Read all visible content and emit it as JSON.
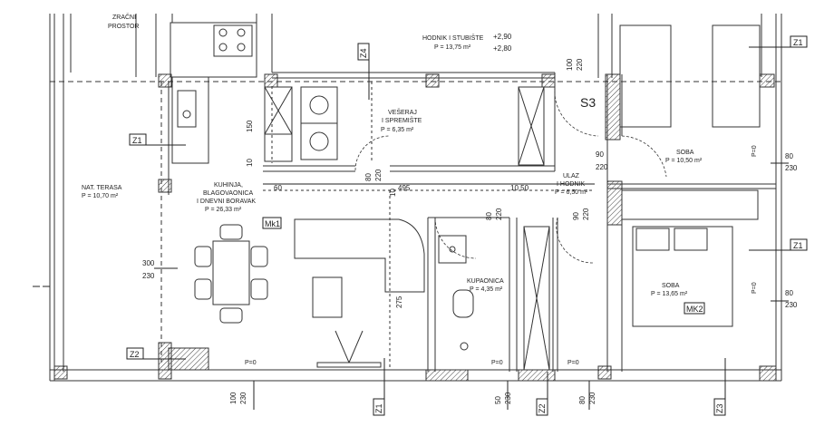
{
  "rooms": {
    "zracni": {
      "name1": "ZRAČNI",
      "name2": "PROSTOR"
    },
    "hodnik_stubiste": {
      "name": "HODNIK I STUBIŠTE",
      "area": "P = 13,75 m²",
      "level_up": "+2,90",
      "level_down": "+2,80"
    },
    "vesaraj": {
      "name1": "VEŠERAJ",
      "name2": "I SPREMIŠTE",
      "area": "P = 6,35 m²"
    },
    "terasa": {
      "name": "NAT. TERASA",
      "area": "P = 10,70 m²"
    },
    "kuhinja": {
      "name1": "KUHINJA,",
      "name2": "BLAGOVAONICA",
      "name3": "I DNEVNI BORAVAK",
      "area": "P = 26,33 m²"
    },
    "ulaz": {
      "name1": "ULAZ",
      "name2": "I HODNIK",
      "area": "P = 6,50 m²"
    },
    "soba1": {
      "name": "SOBA",
      "area": "P = 10,50 m²"
    },
    "soba2": {
      "name": "SOBA",
      "area": "P = 13,65 m²"
    },
    "kupaonica": {
      "name": "KUPAONICA",
      "area": "P = 4,35 m²"
    }
  },
  "tags": {
    "z1_top": "Z1",
    "z4": "Z4",
    "z1_kitchen": "Z1",
    "z1_right": "Z1",
    "z2_left": "Z2",
    "z1_bottom": "Z1",
    "z2_bottom": "Z2",
    "z3_bottom": "Z3",
    "mk1": "Mk1",
    "mk2": "MK2",
    "s3": "S3"
  },
  "dims": {
    "d100_220_top": [
      "100",
      "220"
    ],
    "d150": "150",
    "d10": "10",
    "d80_220_a": [
      "80",
      "220"
    ],
    "d90_220": [
      "90",
      "220"
    ],
    "d80_220_b": [
      "80",
      "220"
    ],
    "d90_220_b": [
      "90",
      "220"
    ],
    "d60": "60",
    "d10_b": "10",
    "d495": "495",
    "d10_50": "10 50",
    "d300_230": [
      "300",
      "230"
    ],
    "d275": "275",
    "d80_230_a": [
      "80",
      "230"
    ],
    "d80_230_b": [
      "80",
      "230"
    ],
    "d100_230_bot": [
      "100",
      "230"
    ],
    "d50_230_bot": [
      "50",
      "230"
    ],
    "d80_230_bot": [
      "80",
      "230"
    ],
    "p0_a": "P=0",
    "p0_b": "P=0",
    "p0_c": "P=0",
    "p0_d": "P=0",
    "p0_e": "P=0"
  }
}
